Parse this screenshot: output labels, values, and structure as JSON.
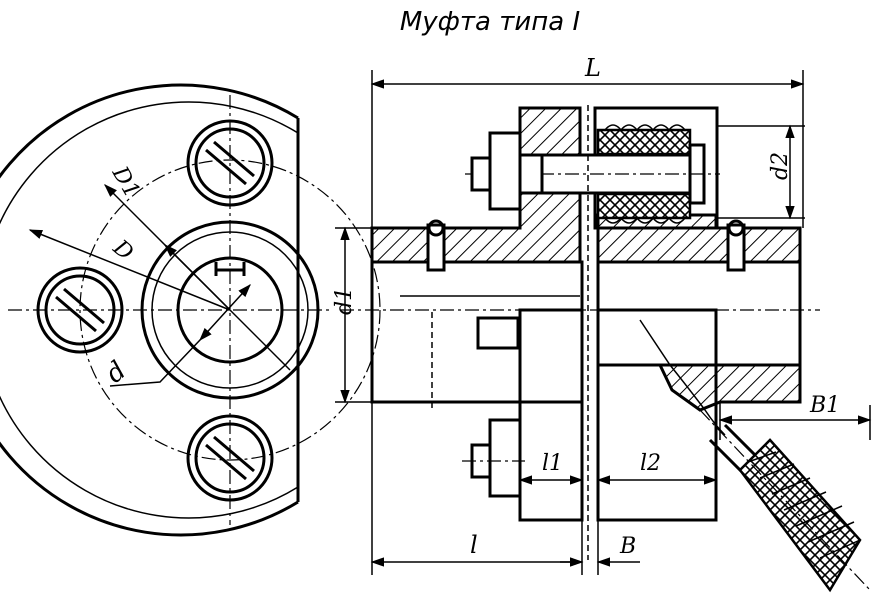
{
  "title": "Муфта типа I",
  "dimension_labels": {
    "L": "L",
    "D1": "D1",
    "D": "D",
    "d": "d",
    "d1": "d1",
    "d2": "d2",
    "l": "l",
    "l1": "l1",
    "l2": "l2",
    "B": "B",
    "B1": "B1"
  },
  "colors": {
    "ink": "#000000",
    "paper": "#ffffff"
  }
}
